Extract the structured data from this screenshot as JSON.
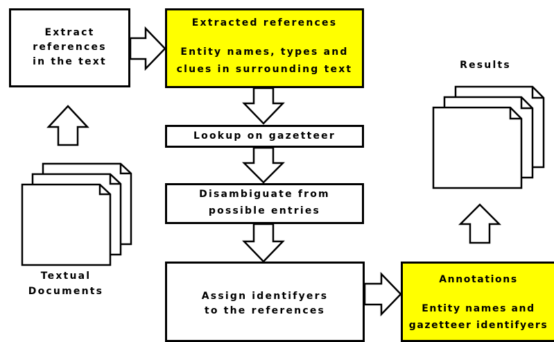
{
  "boxes": {
    "extract": {
      "lines": [
        "Extract",
        "references",
        "in the text"
      ]
    },
    "extracted": {
      "title": "Extracted references",
      "body": [
        "Entity names, types and",
        "clues in surrounding text"
      ]
    },
    "lookup": {
      "label": "Lookup on gazetteer"
    },
    "disambiguate": {
      "lines": [
        "Disambiguate from",
        "possible entries"
      ]
    },
    "assign": {
      "lines": [
        "Assign identifyers",
        "to the references"
      ]
    },
    "annotations": {
      "title": "Annotations",
      "body": [
        "Entity names and",
        "gazetteer identifyers"
      ]
    }
  },
  "labels": {
    "results": "Results",
    "textual_documents": [
      "Textual",
      "Documents"
    ]
  },
  "colors": {
    "highlight": "#ffff00",
    "stroke": "#000000",
    "fill": "#ffffff"
  }
}
